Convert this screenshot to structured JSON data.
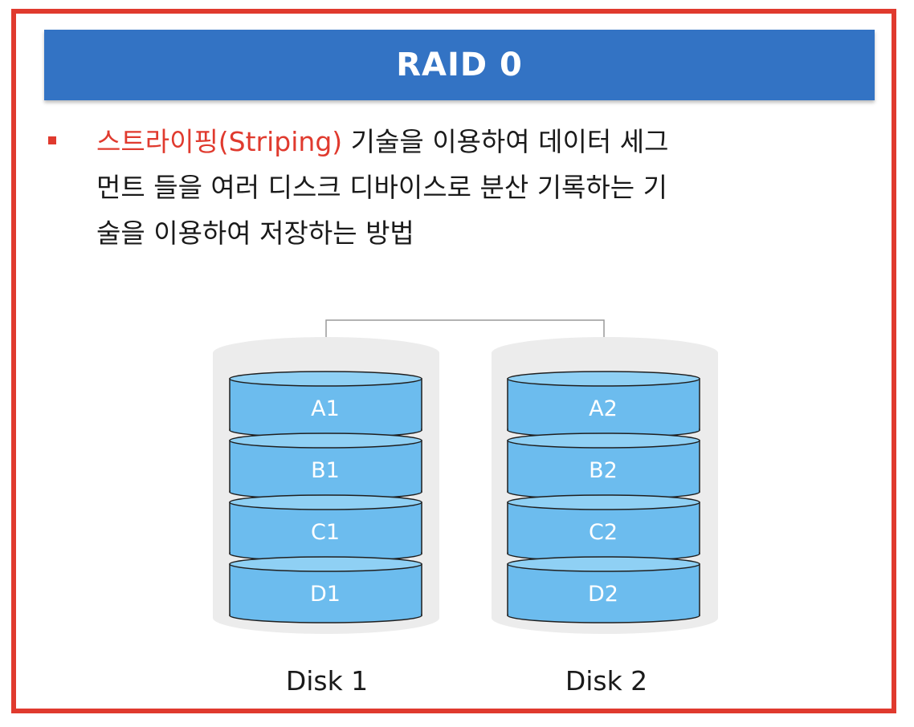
{
  "title": "RAID 0",
  "bullet": {
    "highlight": "스트라이핑(Striping)",
    "line1_rest": " 기술을 이용하여 데이터 세그",
    "line2": "먼트 들을 여러 디스크 디바이스로 분산 기록하는 기",
    "line3": "술을 이용하여 저장하는 방법"
  },
  "colors": {
    "frame": "#e03a2e",
    "title_bar": "#3373c4",
    "segment_fill": "#6cbcee",
    "segment_stroke": "#1f1f1f",
    "disk_shadow": "#ececec"
  },
  "disks": [
    {
      "label": "Disk 1",
      "segments": [
        "A1",
        "B1",
        "C1",
        "D1"
      ]
    },
    {
      "label": "Disk 2",
      "segments": [
        "A2",
        "B2",
        "C2",
        "D2"
      ]
    }
  ]
}
